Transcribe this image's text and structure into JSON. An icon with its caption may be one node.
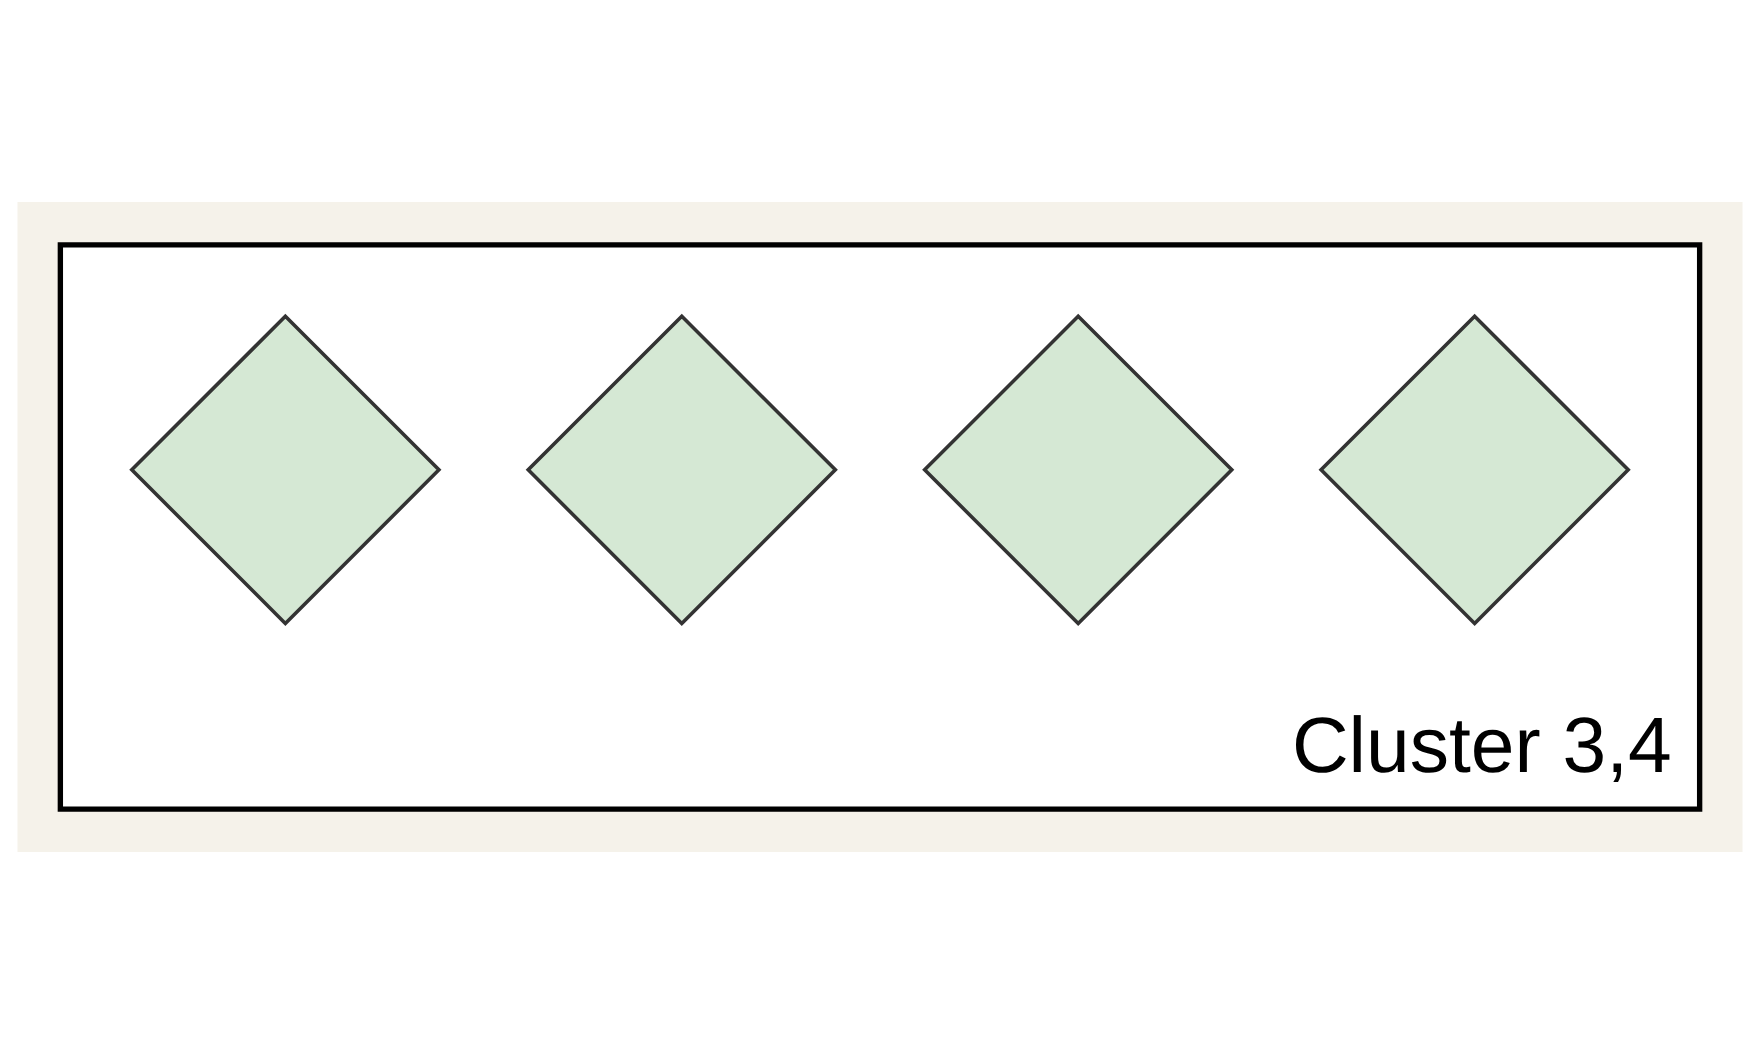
{
  "diagram": {
    "nodes": [
      {
        "text": [
          "Cluster 3,4"
        ]
      },
      {
        "text": [],
        "shape": "diamond",
        "in": 0
      },
      {
        "text": [],
        "shape": "diamond",
        "in": 0
      },
      {
        "text": [],
        "shape": "diamond",
        "in": 0
      },
      {
        "text": [],
        "shape": "diamond",
        "in": 0
      }
    ]
  }
}
